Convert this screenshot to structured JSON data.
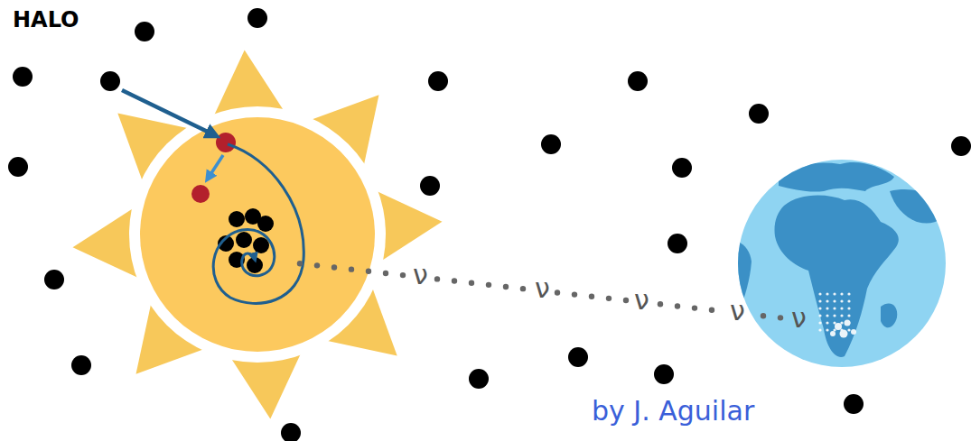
{
  "diagram": {
    "labels": [
      "HALO",
      "ν",
      "ν",
      "ν",
      "ν",
      "ν",
      "by J. Aguilar"
    ]
  }
}
